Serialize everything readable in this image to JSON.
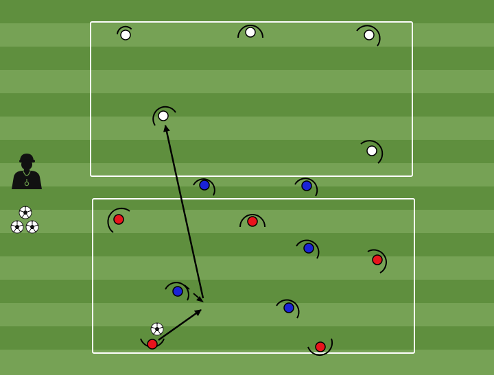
{
  "colors": {
    "grass_dark": "#5f8f3e",
    "grass_light": "#76a255",
    "zone_line": "#ffffff",
    "team_white": "#ffffff",
    "team_red": "#e8141c",
    "team_blue": "#1a23d6",
    "arrow": "#000000",
    "coach": "#111111"
  },
  "icons": {
    "coach": "coach-icon",
    "ball": "soccer-ball-icon",
    "player": "player-marker-icon"
  },
  "players": {
    "white": [
      "white-player-1",
      "white-player-2",
      "white-player-3",
      "white-player-4",
      "white-player-5"
    ],
    "red": [
      "red-player-1",
      "red-player-2",
      "red-player-3",
      "red-player-4",
      "red-player-5"
    ],
    "blue": [
      "blue-player-1",
      "blue-player-2",
      "blue-player-3",
      "blue-player-4",
      "blue-player-5",
      "blue-player-6"
    ]
  },
  "moves": [
    {
      "type": "pass",
      "from": "red-player-4",
      "to": "blue-player-5-run"
    },
    {
      "type": "pass",
      "from": "blue-player-5-run",
      "to": "white-player-4"
    },
    {
      "type": "run",
      "from": "blue-player-5",
      "to": "blue-player-5-run"
    }
  ]
}
